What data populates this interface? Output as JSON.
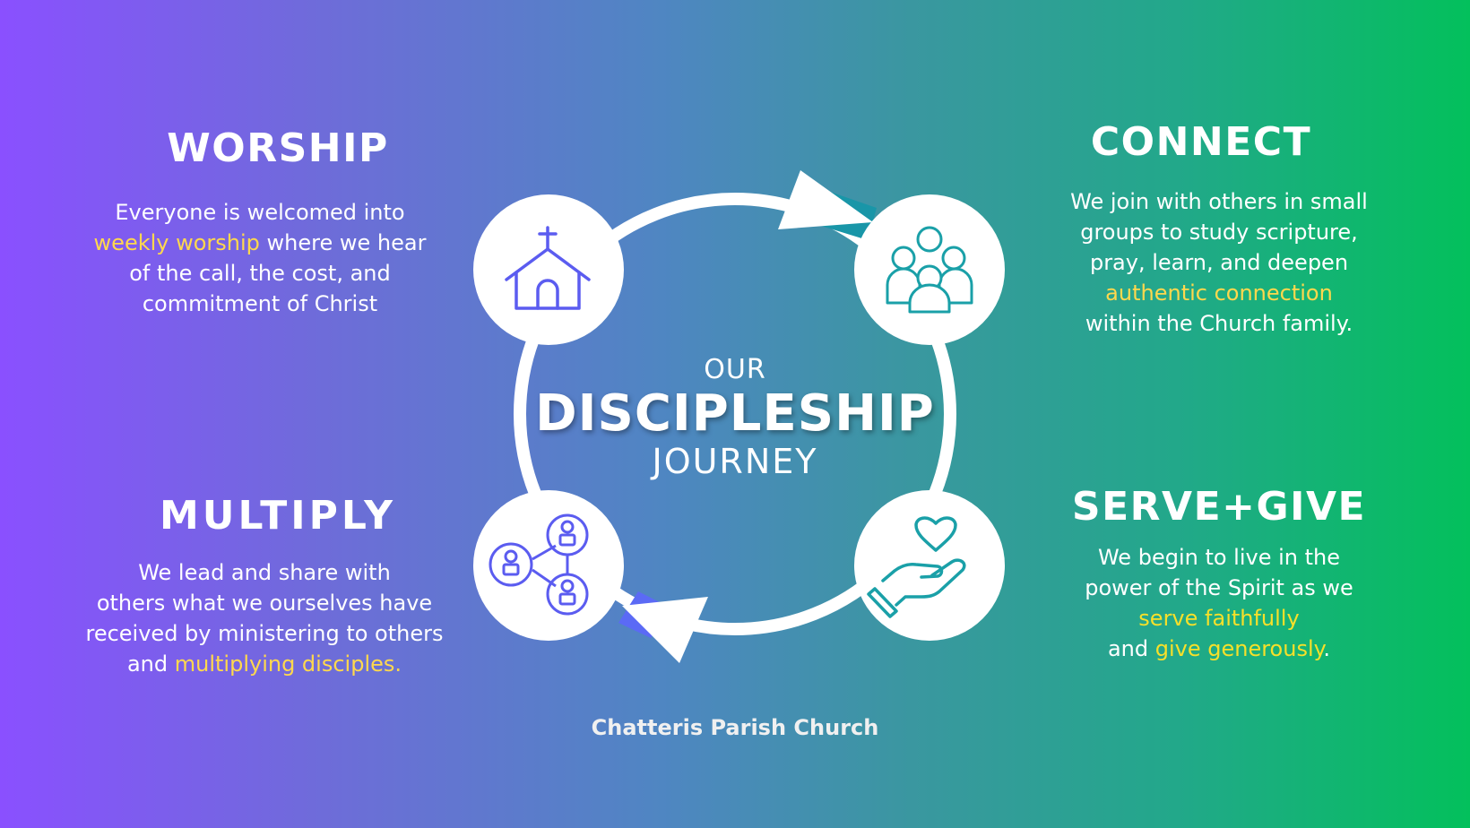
{
  "center": {
    "line1": "OUR",
    "line2": "DISCIPLESHIP",
    "line3": "JOURNEY"
  },
  "steps": {
    "worship": {
      "title": "WORSHIP",
      "lines": [
        "Everyone is welcomed into",
        [
          "weekly worship",
          " where we hear"
        ],
        "of the call, the cost, and",
        "commitment of Christ"
      ],
      "icon": "church-icon"
    },
    "connect": {
      "title": "CONNECT",
      "lines": [
        "We join with others in small",
        "groups to study scripture,",
        "pray, learn, and deepen",
        "authentic connection",
        "within the Church family."
      ],
      "icon": "group-icon"
    },
    "multiply": {
      "title": "MULTIPLY",
      "lines": [
        "We lead and share with",
        "others what we ourselves have",
        "received by ministering to others",
        [
          "and ",
          "multiplying disciples."
        ]
      ],
      "icon": "network-icon"
    },
    "serve_give": {
      "title": "SERVE+GIVE",
      "lines": [
        "We begin to live in the",
        "power of the Spirit as we",
        "serve faithfully",
        [
          "and ",
          "give generously",
          "."
        ]
      ],
      "icon": "heart-hand-icon"
    }
  },
  "footer": "Chatteris Parish Church",
  "colors": {
    "gradient_start": "#8a50ff",
    "gradient_end": "#03c05c",
    "highlight": "#ffd84d",
    "icon_purple": "#5b5cf0",
    "icon_teal": "#1aa0a8"
  }
}
